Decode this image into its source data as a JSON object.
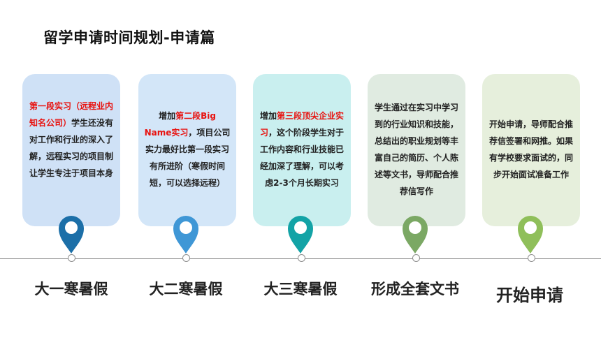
{
  "title": "留学申请时间规划-申请篇",
  "colors": {
    "highlight": "#e8120f",
    "pin1": "#1c6fa8",
    "pin2": "#3f97d6",
    "pin3": "#13a3a6",
    "pin4": "#7ba864",
    "pin5": "#8fbf5a"
  },
  "cards": [
    {
      "hl1": "第一段实习（远程业内知名公司）",
      "text1": "学生还没有对工作和行业的深入了解，远程实习的项目制让学生专注于项目本身"
    },
    {
      "pre": "增加",
      "hl1": "第二段Big Name实习",
      "text1": "，项目公司实力最好比第一段实习有所进阶（寒假时间短，可以选择远程）"
    },
    {
      "pre": "增加",
      "hl1": "第三段顶尖企业实习",
      "text1": "，这个阶段学生对于工作内容和行业技能已经加深了理解，可以考虑2-3个月长期实习"
    },
    {
      "text1": "学生通过在实习中学习到的行业知识和技能，总结出的职业规划等丰富自己的简历、个人陈述等文书，导师配合推荐信写作"
    },
    {
      "text1": "开始申请，导师配合推荐信签署和网推。如果有学校要求面试的，同步开始面试准备工作"
    }
  ],
  "stages": [
    "大一寒暑假",
    "大二寒暑假",
    "大三寒暑假",
    "形成全套文书",
    "开始申请"
  ],
  "icons": [
    "map-pin-icon",
    "map-pin-icon",
    "map-pin-icon",
    "map-pin-icon",
    "map-pin-icon"
  ]
}
